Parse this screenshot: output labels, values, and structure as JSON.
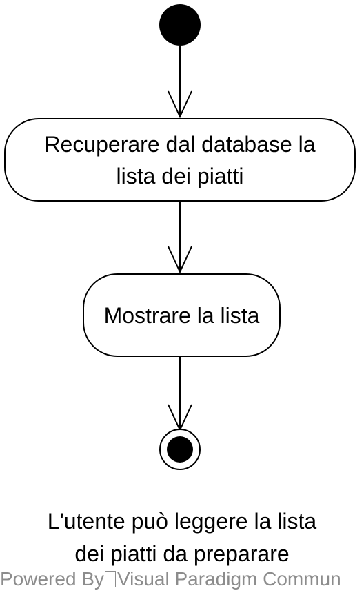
{
  "diagram": {
    "actions": [
      {
        "label_line1": "Recuperare dal database la",
        "label_line2": "lista dei piatti"
      },
      {
        "label": "Mostrare la lista"
      }
    ],
    "note": {
      "line1": "L'utente può leggere la lista",
      "line2": "dei piatti da preparare"
    },
    "watermark": {
      "prefix": "Powered By",
      "suffix": "Visual Paradigm Commun"
    }
  },
  "colors": {
    "stroke": "#000000",
    "background": "#ffffff",
    "watermark": "#8c8c8c"
  }
}
